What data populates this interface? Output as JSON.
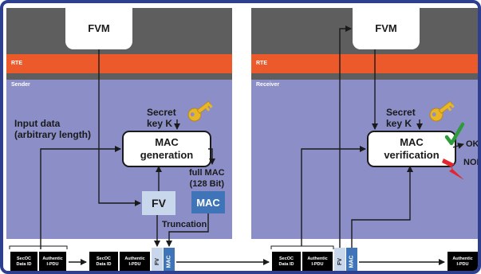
{
  "sender": {
    "fvm": "FVM",
    "rte": "RTE",
    "title": "Sender",
    "input_line1": "Input data",
    "input_line2": "(arbitrary length)",
    "secret_line1": "Secret",
    "secret_line2": "key K",
    "mac_line1": "MAC",
    "mac_line2": "generation",
    "full_mac_line1": "full MAC",
    "full_mac_line2": "(128 Bit)",
    "fv": "FV",
    "mac": "MAC",
    "truncation": "Truncation"
  },
  "receiver": {
    "fvm": "FVM",
    "rte": "RTE",
    "title": "Receiver",
    "secret_line1": "Secret",
    "secret_line2": "key K",
    "mac_line1": "MAC",
    "mac_line2": "verification",
    "ok": "OK",
    "nok": "NOK"
  },
  "pdu_row": {
    "secoc_line1": "SecOC",
    "secoc_line2": "Data ID",
    "auth_line1": "Authentic",
    "auth_line2": "I-PDU",
    "fv": "FV",
    "mac": "MAC"
  },
  "colors": {
    "rte": "#ec5a2c",
    "panel_blue": "#8c8fc7",
    "fv_box": "#c9d7ec",
    "mac_box": "#3f74b8",
    "frame": "#2e3f8f"
  }
}
